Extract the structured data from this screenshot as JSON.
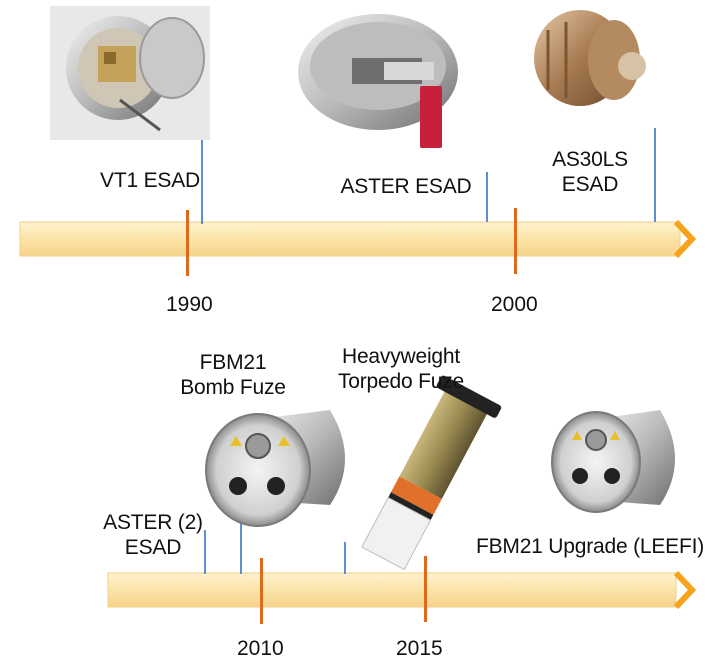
{
  "colors": {
    "bar_fill": "#fbe3a8",
    "bar_edge": "#f0c060",
    "arrow": "#f5a31a",
    "year_tick": "#e06a1b",
    "pointer": "#5b8fd0"
  },
  "timelines": [
    {
      "years": [
        "1990",
        "2000"
      ],
      "products": [
        {
          "label": "VT1 ESAD"
        },
        {
          "label": "ASTER ESAD"
        },
        {
          "label": "AS30LS\nESAD"
        }
      ]
    },
    {
      "years": [
        "2010",
        "2015"
      ],
      "products": [
        {
          "label": "ASTER (2)\nESAD"
        },
        {
          "label": "FBM21\nBomb Fuze"
        },
        {
          "label": "Heavyweight\nTorpedo Fuze"
        },
        {
          "label": "FBM21 Upgrade (LEEFI)"
        }
      ]
    }
  ]
}
